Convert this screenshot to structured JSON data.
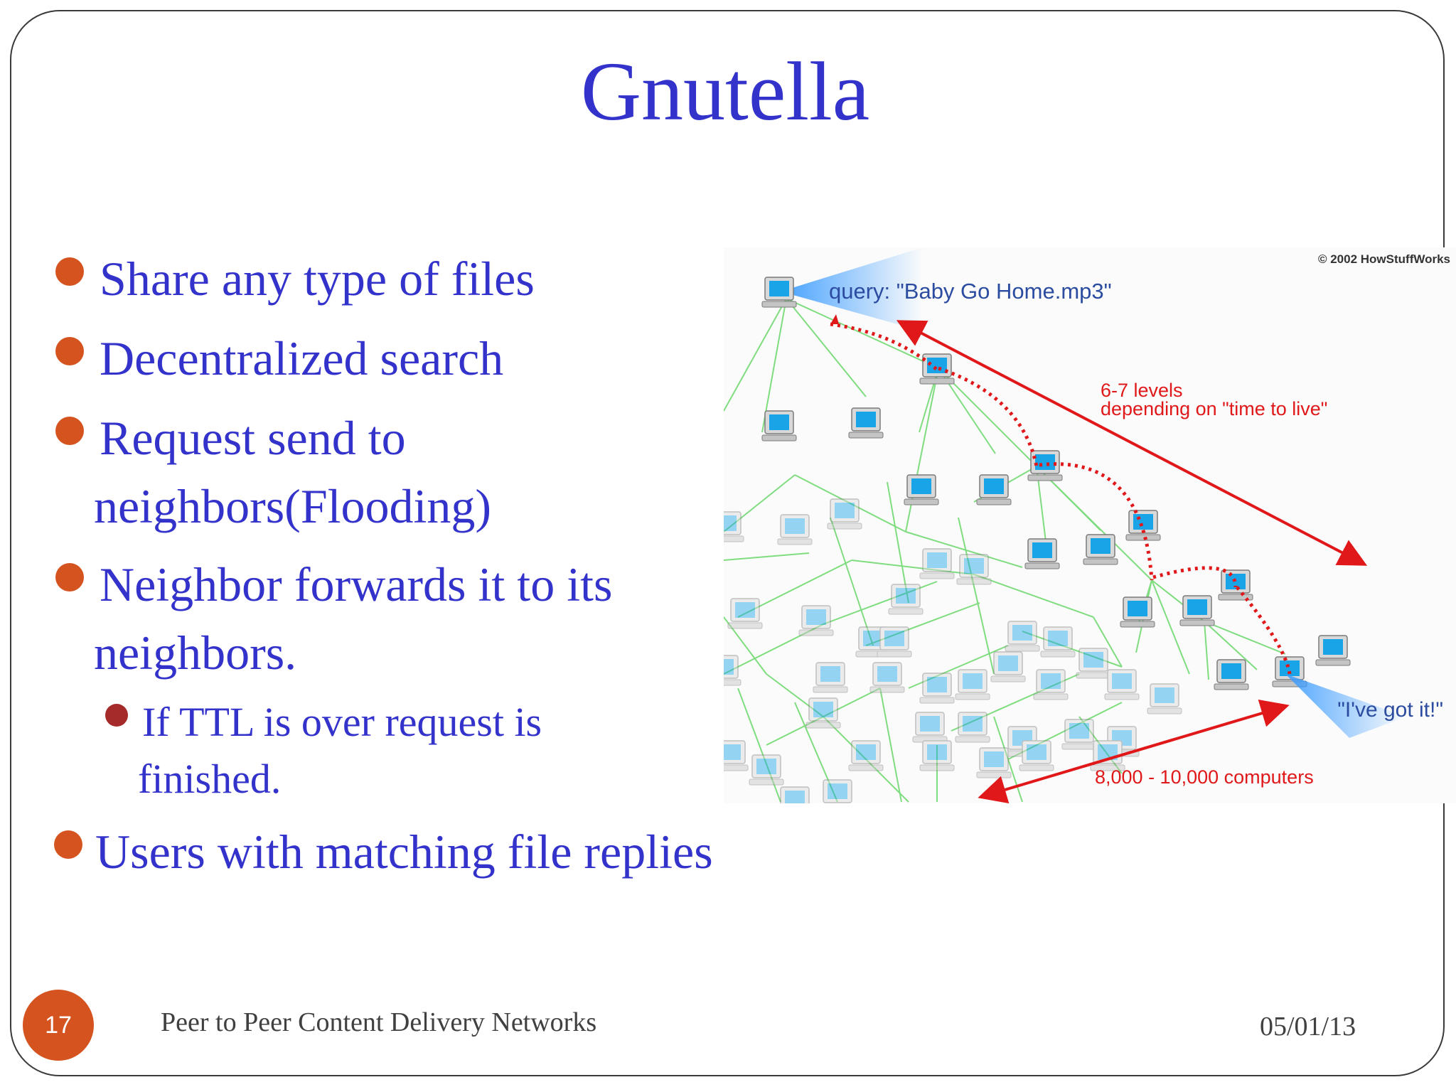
{
  "slide": {
    "title": "Gnutella",
    "number": "17",
    "footer": "Peer to Peer Content Delivery Networks",
    "date": "05/01/13"
  },
  "bullets": [
    {
      "lines": [
        "Share any type of files"
      ]
    },
    {
      "lines": [
        "Decentralized search"
      ]
    },
    {
      "lines": [
        "Request send to",
        "neighbors(Flooding)"
      ]
    },
    {
      "lines": [
        "Neighbor forwards it to its",
        "neighbors."
      ]
    },
    {
      "lines": [
        "If TTL is over request is",
        "finished."
      ],
      "level": 2
    },
    {
      "lines": [
        "Users with matching file replies"
      ]
    }
  ],
  "diagram": {
    "copyright": "© 2002 HowStuffWorks",
    "query": "query: \"Baby Go Home.mp3\"",
    "levels_line1": "6-7 levels",
    "levels_line2": "depending on \"time to live\"",
    "reply": "\"I've got it!\"",
    "computers": "8,000 - 10,000 computers",
    "colors": {
      "arrow": "#e0181a",
      "link": "#7fdc7f",
      "beam": "#4aa6ff"
    }
  }
}
